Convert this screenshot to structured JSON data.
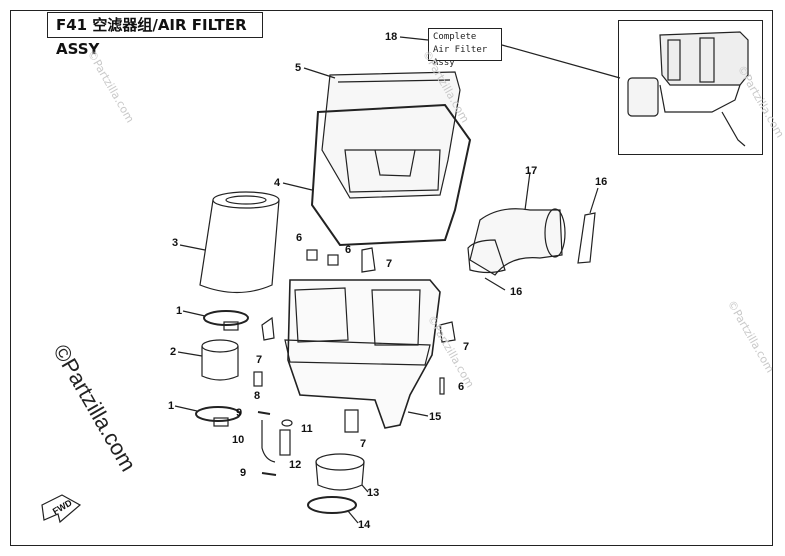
{
  "title": "F41 空滤器组/AIR FILTER ASSY",
  "callout": {
    "line1": "Complete",
    "line2": "Air Filter Assy"
  },
  "parts": {
    "p1a": "1",
    "p1b": "1",
    "p2": "2",
    "p3": "3",
    "p4": "4",
    "p5": "5",
    "p6a": "6",
    "p6b": "6",
    "p6c": "6",
    "p7a": "7",
    "p7b": "7",
    "p7c": "7",
    "p7d": "7",
    "p8": "8",
    "p9a": "9",
    "p9b": "9",
    "p10": "10",
    "p11": "11",
    "p12": "12",
    "p13": "13",
    "p14": "14",
    "p15": "15",
    "p16a": "16",
    "p16b": "16",
    "p17": "17",
    "p18": "18"
  },
  "watermark": "©Partzilla.com",
  "fwd_label": "FWD"
}
